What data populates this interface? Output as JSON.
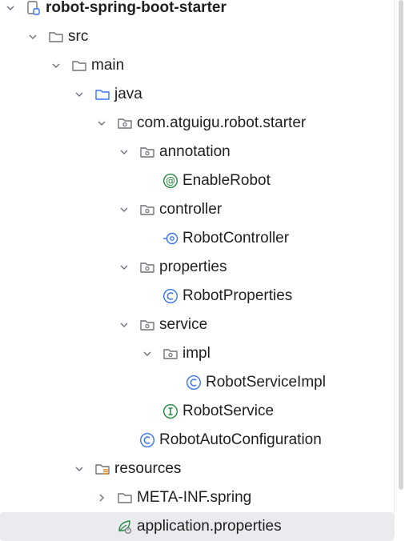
{
  "colors": {
    "folder": "#6f737a",
    "source_folder": "#3574f0",
    "annotation": "#208a3c",
    "class": "#3574f0",
    "interface": "#208a3c",
    "selected_bg": "#e9ebef"
  },
  "tree": [
    {
      "label": "robot-spring-boot-starter",
      "icon": "module-icon",
      "bold": true
    },
    {
      "label": "src",
      "icon": "folder-icon"
    },
    {
      "label": "main",
      "icon": "folder-icon"
    },
    {
      "label": "java",
      "icon": "source-folder-icon"
    },
    {
      "label": "com.atguigu.robot.starter",
      "icon": "package-icon"
    },
    {
      "label": "annotation",
      "icon": "package-icon"
    },
    {
      "label": "EnableRobot",
      "icon": "annotation-icon"
    },
    {
      "label": "controller",
      "icon": "package-icon"
    },
    {
      "label": "RobotController",
      "icon": "endpoint-icon"
    },
    {
      "label": "properties",
      "icon": "package-icon"
    },
    {
      "label": "RobotProperties",
      "icon": "class-icon"
    },
    {
      "label": "service",
      "icon": "package-icon"
    },
    {
      "label": "impl",
      "icon": "package-icon"
    },
    {
      "label": "RobotServiceImpl",
      "icon": "class-icon"
    },
    {
      "label": "RobotService",
      "icon": "interface-icon"
    },
    {
      "label": "RobotAutoConfiguration",
      "icon": "class-icon"
    },
    {
      "label": "resources",
      "icon": "resources-folder-icon"
    },
    {
      "label": "META-INF.spring",
      "icon": "folder-icon"
    },
    {
      "label": "application.properties",
      "icon": "spring-properties-icon",
      "selected": true
    }
  ]
}
